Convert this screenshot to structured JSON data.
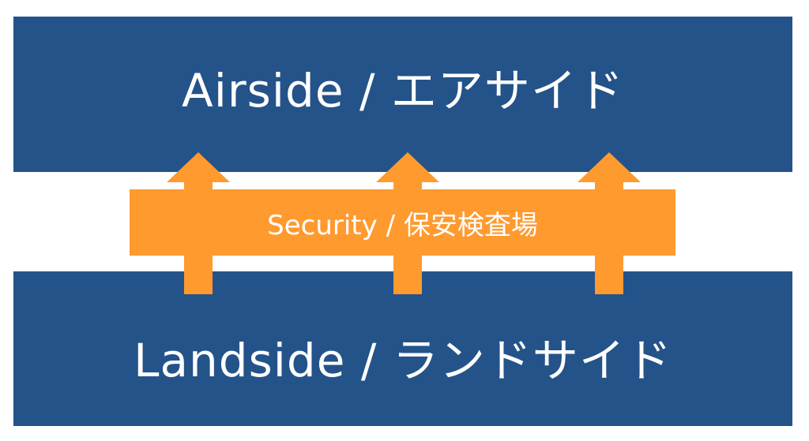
{
  "airside": {
    "label": "Airside / エアサイド"
  },
  "landside": {
    "label": "Landside / ランドサイド"
  },
  "security": {
    "label": "Security / 保安検査場"
  },
  "colors": {
    "band": "#24538a",
    "security": "#ff9a2f",
    "text": "#ffffff",
    "background": "#ffffff"
  },
  "arrows": {
    "count": 3,
    "direction": "up",
    "icon": "up-arrow-icon"
  }
}
